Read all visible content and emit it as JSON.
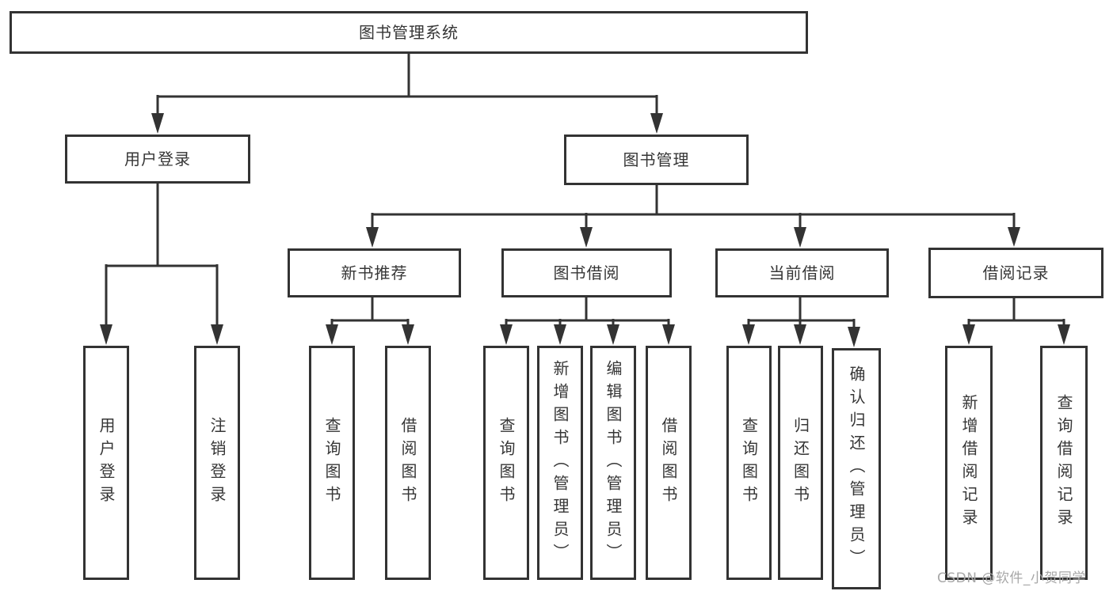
{
  "title": "图书管理系统",
  "nodes": {
    "root": "图书管理系统",
    "user_login": "用户登录",
    "book_mgmt": "图书管理",
    "new_book_rec": "新书推荐",
    "book_borrow": "图书借阅",
    "current_borrow": "当前借阅",
    "borrow_records": "借阅记录",
    "leaf_user_login": "用户登录",
    "leaf_logout": "注销登录",
    "rec_query_book": "查询图书",
    "rec_borrow_book": "借阅图书",
    "bb_query_book": "查询图书",
    "bb_add_book": "新增图书（管理员）",
    "bb_edit_book": "编辑图书（管理员）",
    "bb_borrow_book": "借阅图书",
    "cb_query_book": "查询图书",
    "cb_return_book": "归还图书",
    "cb_confirm_return": "确认归还（管理员）",
    "br_add_record": "新增借阅记录",
    "br_query_record": "查询借阅记录"
  },
  "watermark": "CSDN @软件_小贺同学",
  "colors": {
    "line": "#333333",
    "text": "#363636",
    "watermark": "#a8a8a8",
    "background": "#ffffff"
  }
}
